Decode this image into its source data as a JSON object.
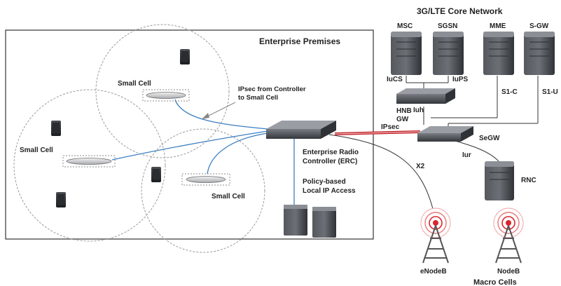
{
  "colors": {
    "background": "#ffffff",
    "text": "#222222",
    "premises_border": "#333333",
    "cell_circle": "#9a9a9a",
    "link_blue": "#3a7fc1",
    "ipsec_red": "#c0262b",
    "server_dark": "#3a3d41",
    "antenna_red": "#d9262b"
  },
  "core": {
    "title": "3G/LTE Core Network",
    "msc": "MSC",
    "sgsn": "SGSN",
    "mme": "MME",
    "sgw": "S-GW",
    "hnbgw_line1": "HNB",
    "hnbgw_line2": "GW",
    "iucs": "IuCS",
    "iups": "IuPS",
    "iuh": "Iuh",
    "s1c": "S1-C",
    "s1u": "S1-U",
    "segw": "SeGW",
    "rnc": "RNC",
    "iur": "Iur"
  },
  "premises": {
    "title": "Enterprise Premises",
    "small_cell_top": "Small Cell",
    "small_cell_left": "Small Cell",
    "small_cell_bottom": "Small Cell",
    "ipsec_note_line1": "IPsec from Controller",
    "ipsec_note_line2": "to Small Cell",
    "erc_line1": "Enterprise Radio",
    "erc_line2": "Controller (ERC)",
    "lipa_line1": "Policy-based",
    "lipa_line2": "Local IP Access"
  },
  "links": {
    "ipsec": "IPsec",
    "x2": "X2"
  },
  "macro": {
    "enodeb": "eNodeB",
    "nodeb": "NodeB",
    "title": "Macro Cells"
  }
}
